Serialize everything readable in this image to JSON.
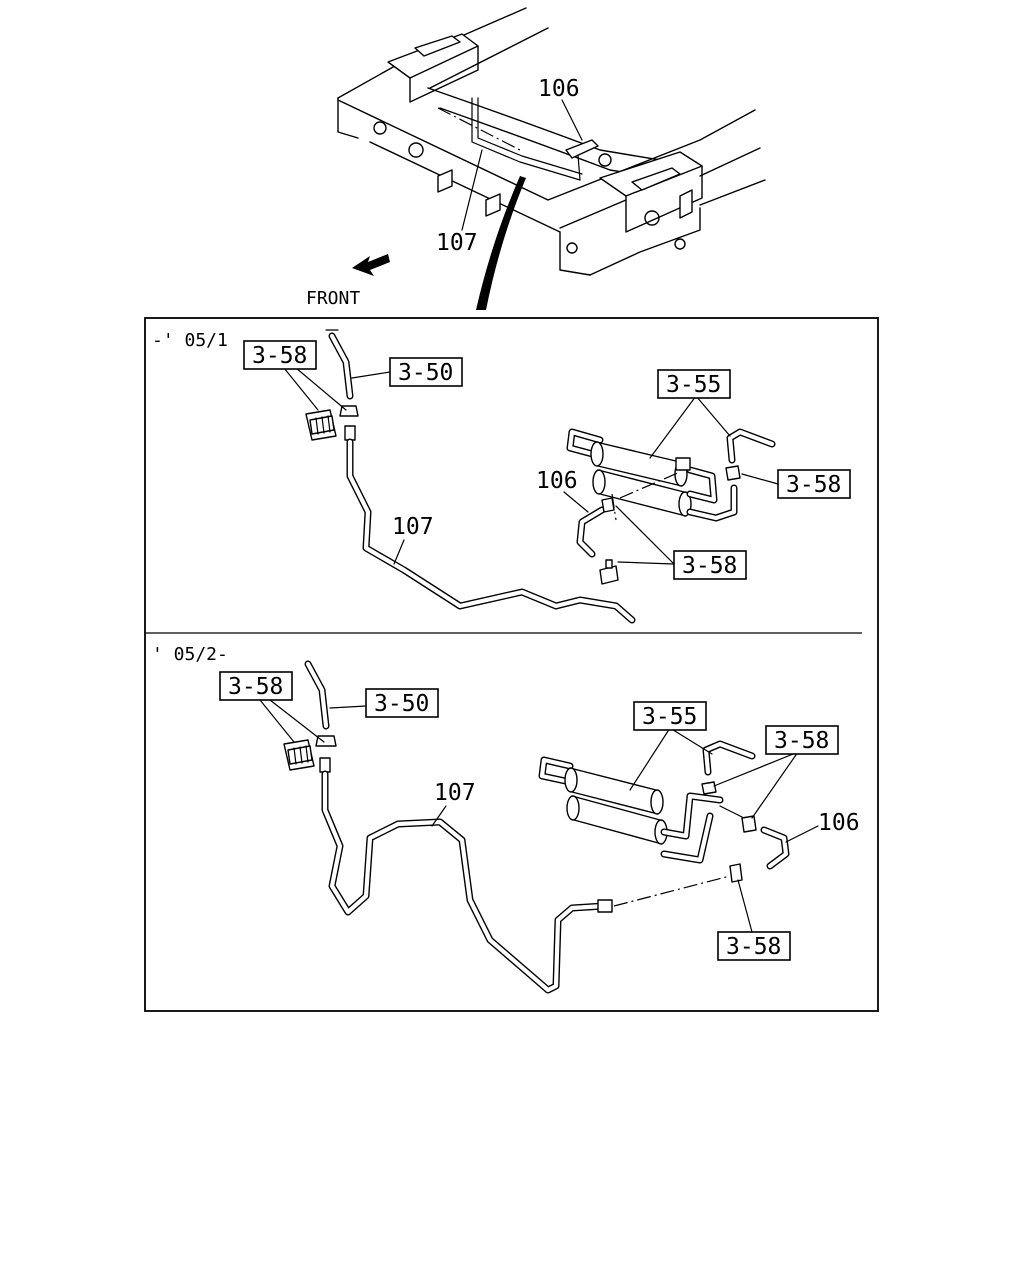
{
  "header": {
    "direction_label": "FRONT",
    "top_callouts": {
      "tank_hose": "106",
      "pipe": "107"
    }
  },
  "panels": [
    {
      "period": "-' 05/1",
      "callouts": {
        "clip": "3-58",
        "hose_top": "3-50",
        "tank_group": "3-55",
        "clamp_right": "3-58",
        "hose": "106",
        "pipe": "107",
        "clamp_bottom": "3-58"
      }
    },
    {
      "period": "' 05/2-",
      "callouts": {
        "clip": "3-58",
        "hose_top": "3-50",
        "tank_group": "3-55",
        "clamp_right": "3-58",
        "hose": "106",
        "pipe": "107",
        "clamp_bottom": "3-58"
      }
    }
  ]
}
